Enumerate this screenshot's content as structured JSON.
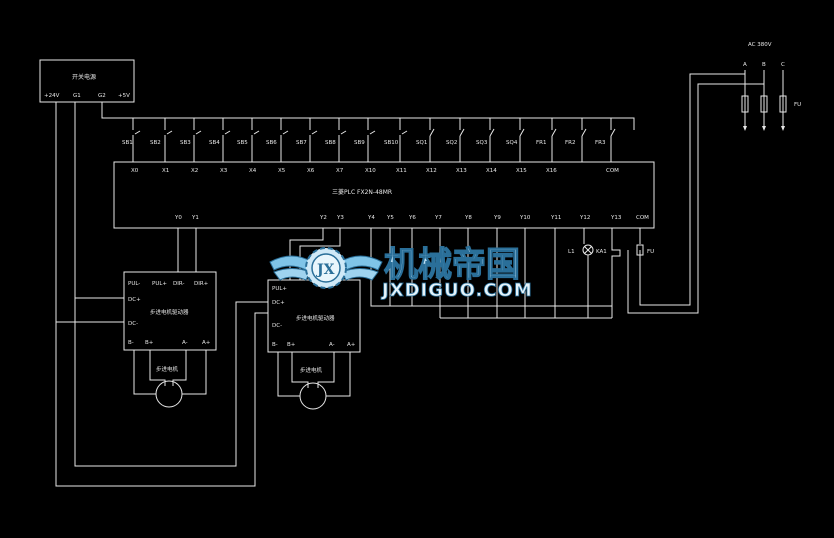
{
  "power_supply": {
    "title": "开关电源",
    "terminals": [
      "+24V",
      "G1",
      "G2",
      "+5V"
    ]
  },
  "power_source": {
    "label": "AC 380V",
    "phases": [
      "A",
      "B",
      "C"
    ],
    "fuse_label": "FU"
  },
  "switches": [
    "SB1",
    "SB2",
    "SB3",
    "SB4",
    "SB5",
    "SB6",
    "SB7",
    "SB8",
    "SB9",
    "SB10",
    "SQ1",
    "SQ2",
    "SQ3",
    "SQ4",
    "FR1",
    "FR2",
    "FR3"
  ],
  "plc": {
    "title": "三菱PLC  FX2N-48MR",
    "inputs": [
      "X0",
      "X1",
      "X2",
      "X3",
      "X4",
      "X5",
      "X6",
      "X7",
      "X10",
      "X11",
      "X12",
      "X13",
      "X14",
      "X15",
      "X16",
      "COM"
    ],
    "outputs_left": [
      "Y0",
      "Y1"
    ],
    "outputs_right": [
      "Y2",
      "Y3",
      "Y4",
      "Y5",
      "Y6",
      "Y7",
      "Y8",
      "Y9",
      "Y10",
      "Y11",
      "Y12",
      "Y13",
      "COM"
    ]
  },
  "driver1": {
    "title": "步进电机驱动器",
    "top_terminals": [
      "PUL-",
      "PUL+",
      "DIR-",
      "DIR+"
    ],
    "left_terminals": [
      "DC+",
      "DC-"
    ],
    "bottom_terminals": [
      "B-",
      "B+",
      "A-",
      "A+"
    ],
    "motor_label": "步进电机"
  },
  "driver2": {
    "title": "步进电机驱动器",
    "left_terminals": [
      "PUL+",
      "DC+",
      "DC-"
    ],
    "bottom_terminals": [
      "B-",
      "B+",
      "A-",
      "A+"
    ],
    "motor_label": "步进电机"
  },
  "output_devices": {
    "lamp_label": "L1",
    "ka_label": "KA1",
    "fu_label": "FU"
  },
  "watermark": {
    "badge_text": "JX",
    "cn": "机械帝国",
    "en": "JXDIGUO.COM"
  },
  "colors": {
    "background": "#000000",
    "line": "#e8e8e8",
    "watermark_fill": "#bfe3f7",
    "watermark_stroke": "#2a6f99"
  }
}
